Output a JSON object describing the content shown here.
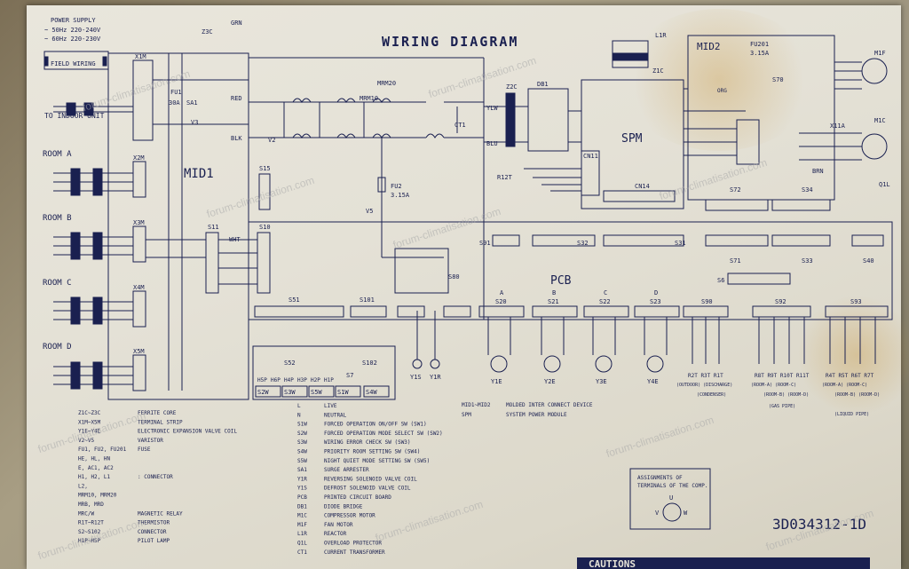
{
  "diagram": {
    "title": "WIRING DIAGRAM",
    "doc_number": "3D034312-1D",
    "cautions": "CAUTIONS",
    "watermark": "forum-climatisation.com",
    "power_supply": {
      "title": "POWER SUPPLY",
      "line1": "~ 50Hz 220-240V",
      "line2": "~ 60Hz 220-230V"
    },
    "field_wiring": "FIELD WIRING",
    "to_indoor_unit": "TO INDOOR UNIT",
    "rooms": [
      "ROOM A",
      "ROOM B",
      "ROOM C",
      "ROOM D"
    ],
    "terminal_strips": [
      "X1M",
      "X2M",
      "X3M",
      "X4M",
      "X5M"
    ],
    "blocks": {
      "mid1": "MID1",
      "mid2": "MID2",
      "spm": "SPM",
      "pcb": "PCB"
    },
    "components": {
      "fu1": "FU1",
      "fu1_rating": "30A",
      "sa1": "SA1",
      "v3": "V3",
      "fu2": "FU2",
      "fu2_rating": "3.15A",
      "fu201": "FU201",
      "fu201_rating": "3.15A",
      "z3c": "Z3C",
      "z2c": "Z2C",
      "z1c": "Z1C",
      "db1": "DB1",
      "ct1": "CT1",
      "mrm20": "MRM20",
      "mrm10": "MRM10",
      "l1r": "L1R",
      "r12t": "R12T",
      "v2": "V2",
      "v5": "V5",
      "s70": "S70",
      "x11a": "X11A",
      "m1f": "M1F",
      "m1c": "M1C",
      "q1l": "Q1L"
    },
    "connectors": [
      "S15",
      "S11",
      "S10",
      "S51",
      "S101",
      "S52",
      "S102",
      "S7",
      "S80",
      "S20",
      "S21",
      "S22",
      "S23",
      "S90",
      "S92",
      "S93",
      "S91",
      "S32",
      "S31",
      "S72",
      "S34",
      "S71",
      "S6",
      "S33",
      "S40",
      "CN14",
      "CN11"
    ],
    "switch_labels": [
      "S2W",
      "S3W",
      "S5W",
      "S1W",
      "S4W"
    ],
    "lamp_labels": [
      "H5P",
      "H6P",
      "H4P",
      "H3P",
      "H2P",
      "H1P"
    ],
    "valves": [
      "Y1E",
      "Y2E",
      "Y3E",
      "Y4E"
    ],
    "solenoids": [
      "Y1S",
      "Y1R"
    ],
    "pcb_groups": [
      "A",
      "B",
      "C",
      "D"
    ],
    "thermistors": [
      {
        "labels": "R2T R3T R1T",
        "group": "(OUTDOOR)  (DISCHARGE)",
        "sub": "(CONDENSER)"
      },
      {
        "labels": "R8T R9T R10T R11T",
        "group": "(ROOM-A) (ROOM-C)",
        "sub": "(ROOM-B) (ROOM-D)",
        "pipe": "(GAS PIPE)"
      },
      {
        "labels": "R4T R5T R6T R7T",
        "group": "(ROOM-A) (ROOM-C)",
        "sub": "(ROOM-B) (ROOM-D)",
        "pipe": "(LIQUID PIPE)"
      }
    ],
    "wire_colors": [
      "RED",
      "BLK",
      "WHT",
      "YLW",
      "GRN",
      "ORG",
      "BLU",
      "BRN"
    ],
    "legend_left": [
      {
        "code": "Z1C~Z3C",
        "desc": "FERRITE CORE"
      },
      {
        "code": "X1M~X5M",
        "desc": "TERMINAL STRIP"
      },
      {
        "code": "Y1E~Y4E",
        "desc": "ELECTRONIC EXPANSION VALVE COIL"
      },
      {
        "code": "V2~V5",
        "desc": "VARISTOR"
      },
      {
        "code": "FU1, FU2, FU201",
        "desc": "FUSE"
      },
      {
        "code": "HE, HL, HN",
        "desc": ""
      },
      {
        "code": "E, AC1, AC2",
        "desc": ""
      },
      {
        "code": "H1, H2, L1",
        "desc": ": CONNECTOR"
      },
      {
        "code": "L2,",
        "desc": ""
      },
      {
        "code": "MRM10, MRM20",
        "desc": ""
      },
      {
        "code": "MRB, MRD",
        "desc": ""
      },
      {
        "code": "MRC/W",
        "desc": "MAGNETIC RELAY"
      },
      {
        "code": "R1T~R12T",
        "desc": "THERMISTOR"
      },
      {
        "code": "S2~S102",
        "desc": "CONNECTOR"
      },
      {
        "code": "H1P~H5P",
        "desc": "PILOT LAMP"
      }
    ],
    "legend_mid": [
      {
        "code": "L",
        "desc": "LIVE"
      },
      {
        "code": "N",
        "desc": "NEUTRAL"
      },
      {
        "code": "S1W",
        "desc": "FORCED OPERATION ON/OFF SW (SW1)"
      },
      {
        "code": "S2W",
        "desc": "FORCED OPERATION MODE SELECT SW (SW2)"
      },
      {
        "code": "S3W",
        "desc": "WIRING ERROR CHECK SW (SW3)"
      },
      {
        "code": "S4W",
        "desc": "PRIORITY ROOM SETTING SW (SW4)"
      },
      {
        "code": "S5W",
        "desc": "NIGHT QUIET MODE SETTING SW (SW5)"
      },
      {
        "code": "SA1",
        "desc": "SURGE ARRESTER"
      },
      {
        "code": "Y1R",
        "desc": "REVERSING SOLENOID VALVE COIL"
      },
      {
        "code": "Y1S",
        "desc": "DEFROST SOLENOID VALVE COIL"
      },
      {
        "code": "PCB",
        "desc": "PRINTED CIRCUIT BOARD"
      },
      {
        "code": "DB1",
        "desc": "DIODE BRIDGE"
      },
      {
        "code": "M1C",
        "desc": "COMPRESSOR MOTOR"
      },
      {
        "code": "M1F",
        "desc": "FAN MOTOR"
      },
      {
        "code": "L1R",
        "desc": "REACTOR"
      },
      {
        "code": "Q1L",
        "desc": "OVERLOAD PROTECTOR"
      },
      {
        "code": "CT1",
        "desc": "CURRENT TRANSFORMER"
      }
    ],
    "legend_right": [
      {
        "code": "MID1~MID2",
        "desc": "MOLDED INTER CONNECT DEVICE"
      },
      {
        "code": "SPM",
        "desc": "SYSTEM POWER MODULE"
      }
    ],
    "assignments": {
      "title1": "ASSIGNMENTS OF",
      "title2": "TERMINALS OF THE COMP.",
      "u": "U",
      "v": "V",
      "w": "W"
    }
  },
  "colors": {
    "ink": "#1a2050",
    "paper": "#e6e3d8",
    "stain": "#c8963c"
  }
}
